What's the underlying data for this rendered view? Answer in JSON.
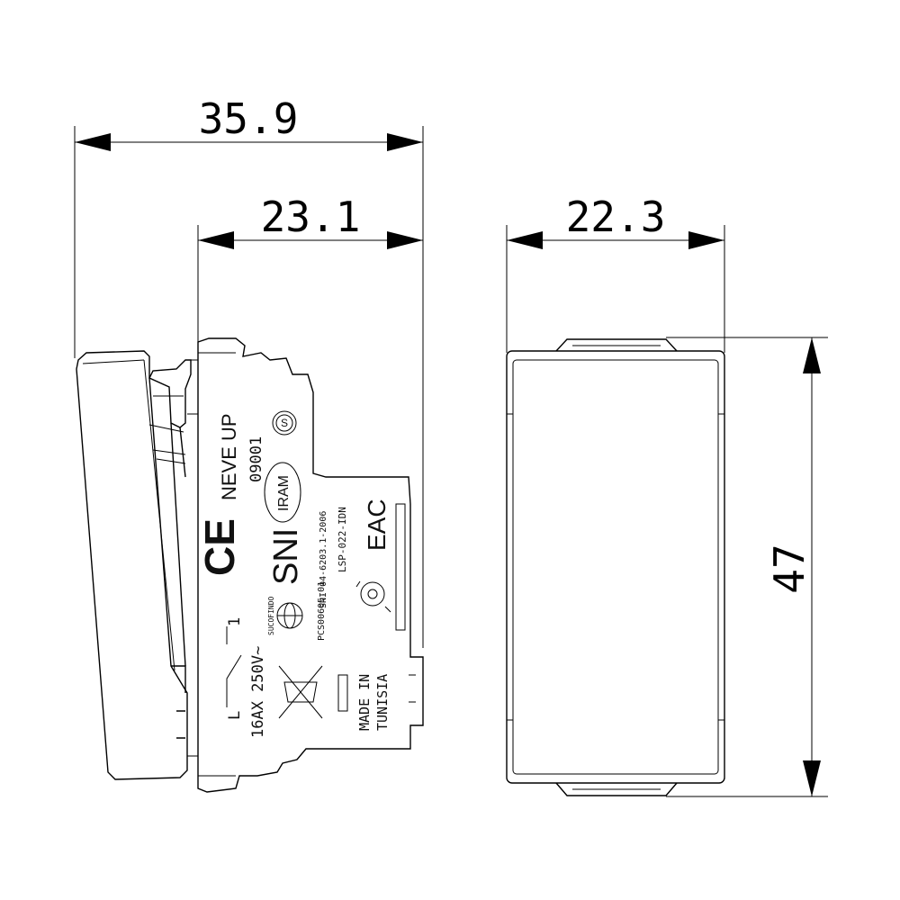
{
  "dimensions": {
    "overall_depth": "35.9",
    "body_depth": "23.1",
    "front_width": "22.3",
    "height": "47"
  },
  "side_markings": {
    "brand": "NEVE UP",
    "code": "09001",
    "ce": "CE",
    "sni": "SNI",
    "sni_standard": "SNI 04-6203.1-2006",
    "iram": "IRAM",
    "s_mark": "S",
    "eac": "EAC",
    "lsp": "LSP-022-IDN",
    "pcs": "PCS00605.01",
    "sucofindo": "SUCOFINDO",
    "rating": "16AX 250V~",
    "switch_l": "L",
    "switch_1": "1",
    "made_in_1": "MADE IN",
    "made_in_2": "TUNISIA"
  }
}
